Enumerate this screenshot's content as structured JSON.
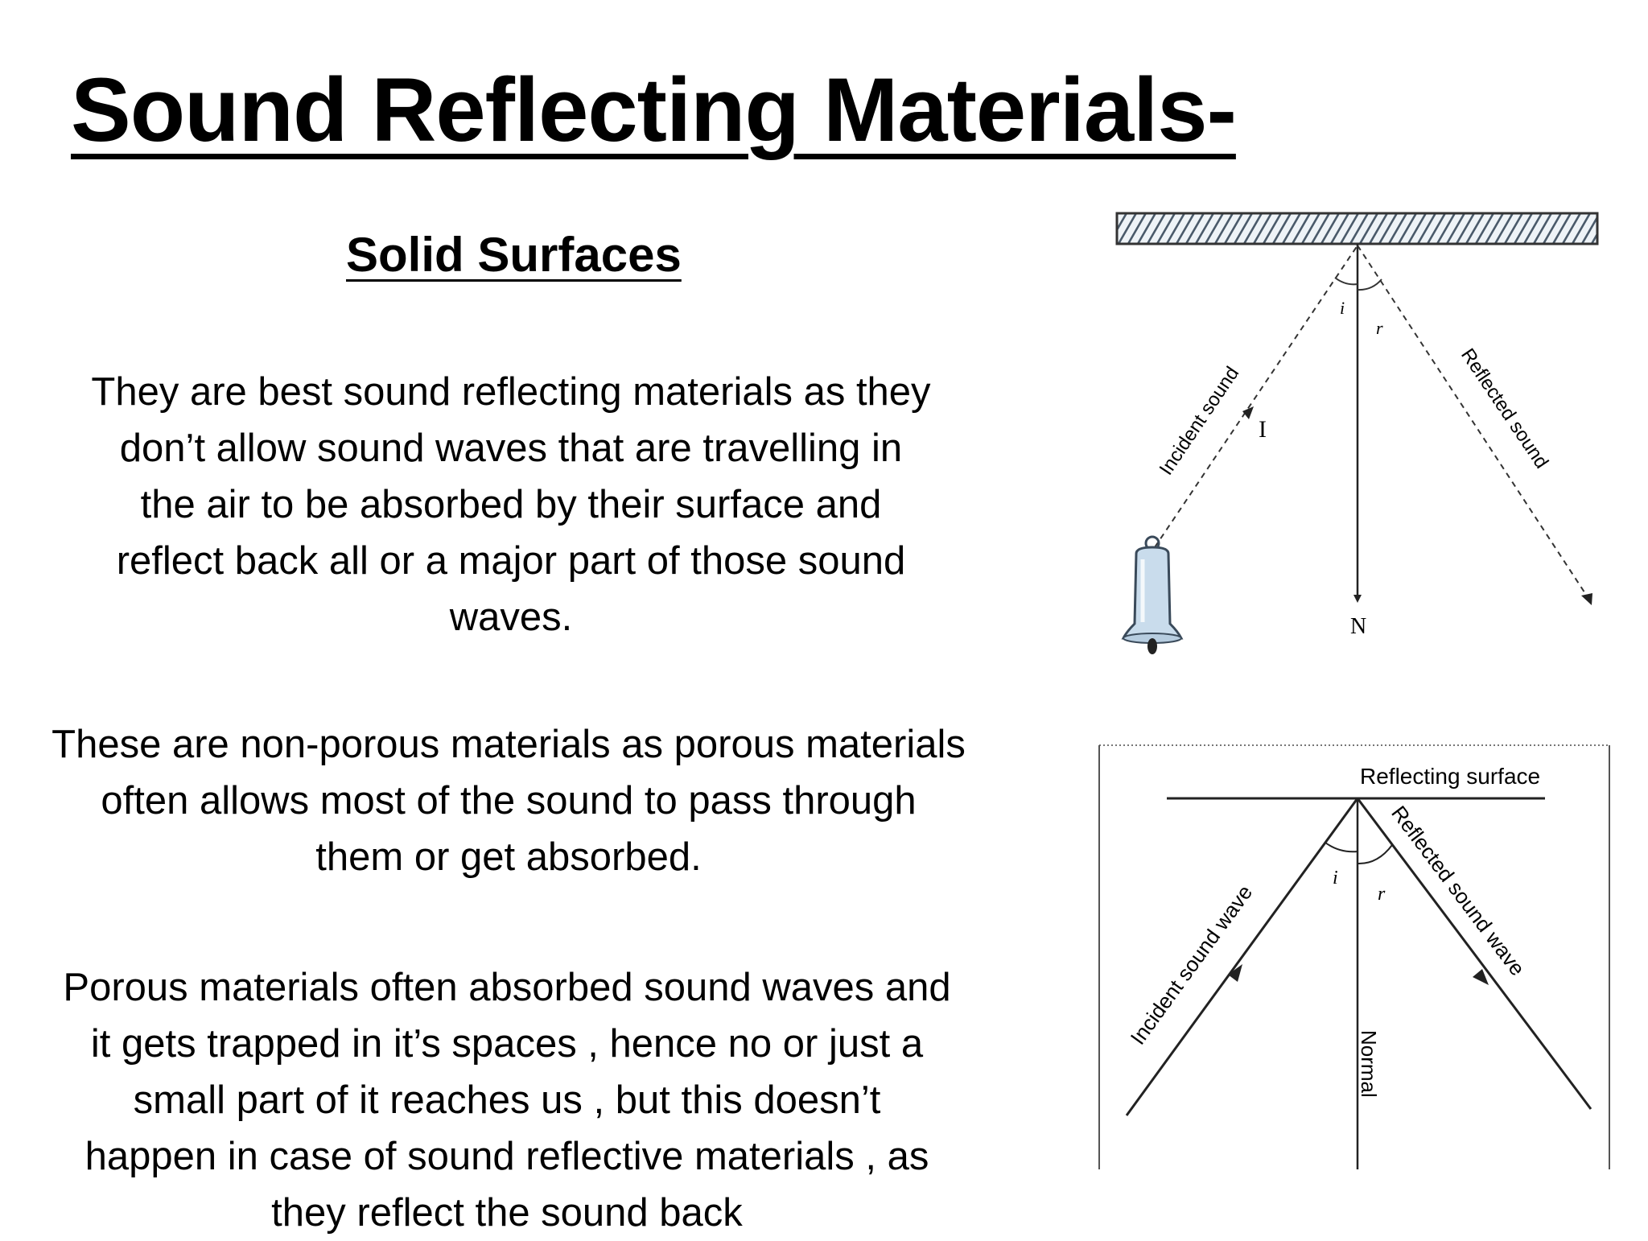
{
  "title": "Sound Reflecting Materials-",
  "subtitle": "Solid Surfaces",
  "paragraphs": [
    {
      "lines": [
        "They are best sound reflecting materials as they",
        "don’t allow sound waves that are travelling in",
        "the air to be absorbed by their surface and",
        "reflect back all or a major part of those sound",
        "waves."
      ]
    },
    {
      "lines": [
        "These are non-porous materials as porous materials",
        "often allows most of the sound to pass through",
        "them or get absorbed."
      ]
    },
    {
      "lines": [
        "Porous materials often absorbed sound waves and",
        "it gets trapped in it’s spaces , hence no or just a",
        "small part of it reaches us , but this doesn’t",
        "happen in case of sound reflective materials , as",
        "they reflect the sound back"
      ]
    }
  ],
  "diagram1": {
    "incident_label": "Incident sound",
    "reflected_label": "Reflected sound",
    "i_label": "i",
    "r_label": "r",
    "I_label": "I",
    "N_label": "N"
  },
  "diagram2": {
    "surface_label": "Reflecting surface",
    "incident_label": "Incident sound wave",
    "reflected_label": "Reflected sound wave",
    "normal_label": "Normal",
    "i_label": "i",
    "r_label": "r"
  },
  "colors": {
    "text": "#000000",
    "bell_fill": "#c9dcec",
    "bell_stroke": "#3a4a5a",
    "hatch": "#4a5a6a"
  }
}
